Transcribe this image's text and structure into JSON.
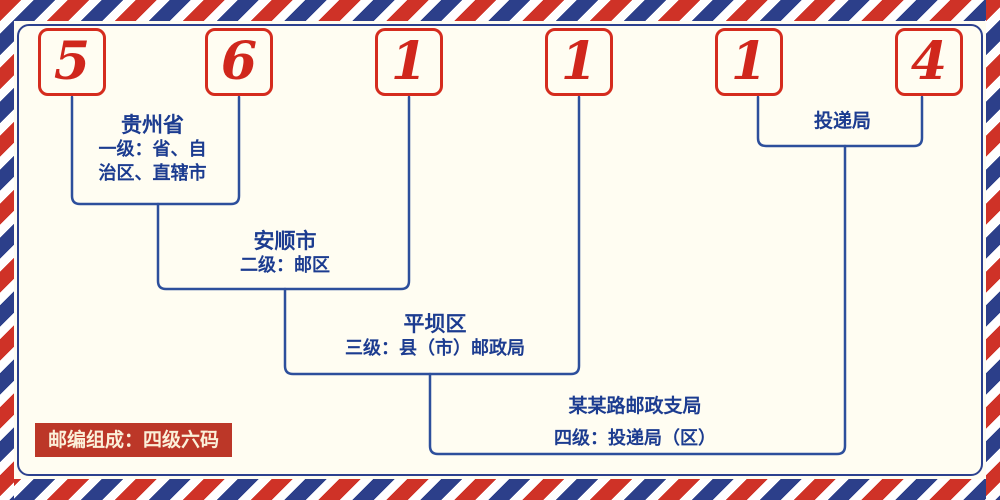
{
  "postal_code": {
    "code": "561114",
    "digits": [
      "5",
      "6",
      "1",
      "1",
      "1",
      "4"
    ]
  },
  "levels": [
    {
      "place": "贵州省",
      "desc_lines": [
        "一级：省、自",
        "治区、直辖市"
      ]
    },
    {
      "place": "安顺市",
      "desc_lines": [
        "二级：邮区"
      ]
    },
    {
      "place": "平坝区",
      "desc_lines": [
        "三级：县（市）邮政局"
      ]
    },
    {
      "place": "某某路邮政支局",
      "desc_lines": [
        "四级：投递局（区）"
      ]
    }
  ],
  "delivery_label": "投递局",
  "footer_badge": "邮编组成：四级六码",
  "colors": {
    "digit_red": "#d0271c",
    "box_border_red": "#d52c1e",
    "label_navy": "#1c3c90",
    "line_blue": "#2d4f9c",
    "stripe_red": "#cf3227",
    "stripe_blue": "#2c3f8a",
    "background_cream": "#fffdf2",
    "badge_background": "#bc3728",
    "badge_text": "#fbf0d9"
  }
}
